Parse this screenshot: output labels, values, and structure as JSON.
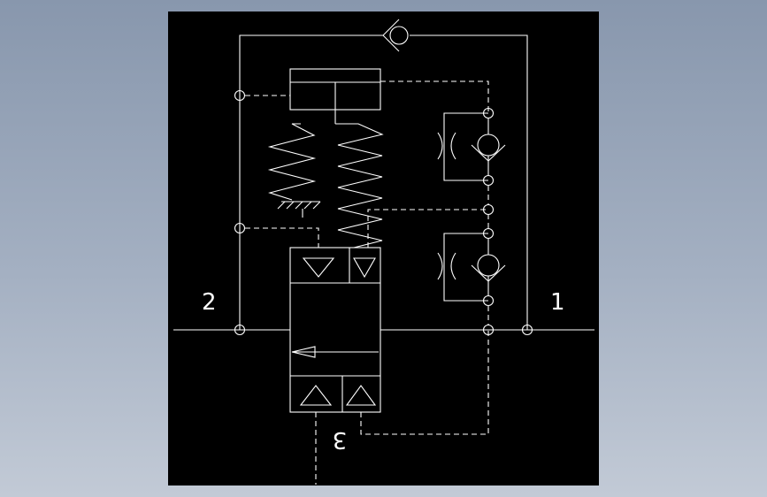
{
  "theme": {
    "background": "#000000",
    "stroke": "#ffffff",
    "dash": "#ffffff"
  },
  "ports": {
    "port_2": "2",
    "port_1": "1",
    "port_3": "3"
  }
}
